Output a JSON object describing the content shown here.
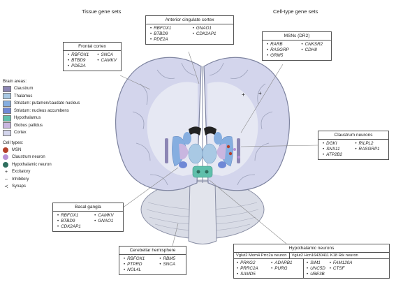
{
  "headers": {
    "tissue": "Tissue gene sets",
    "celltype": "Cell-type gene sets"
  },
  "legend": {
    "brain_areas_title": "Brain areas:",
    "brain_areas": [
      {
        "label": "Claustrum",
        "color": "#8c86b4"
      },
      {
        "label": "Thalamus",
        "color": "#a9c9e4"
      },
      {
        "label": "Striatum: putamen/caudate nucleus",
        "color": "#86aee0"
      },
      {
        "label": "Striatum: nucleus accumbens",
        "color": "#6f88d6"
      },
      {
        "label": "Hypothalamus",
        "color": "#5fbfab"
      },
      {
        "label": "Globus pallidus",
        "color": "#c9b6e0"
      },
      {
        "label": "Cortex",
        "color": "#d3d5ec"
      }
    ],
    "cell_types_title": "Cell types:",
    "cell_types": [
      {
        "label": "MSN",
        "color": "#b5402a"
      },
      {
        "label": "Claustrum neuron",
        "color": "#b892d6"
      },
      {
        "label": "Hypothalamic neuron",
        "color": "#2f6f5f"
      }
    ],
    "symbols": [
      {
        "label": "Excitatory",
        "glyph": "+"
      },
      {
        "label": "Inhibitory",
        "glyph": "–"
      },
      {
        "label": "Synaps",
        "glyph": "≺"
      }
    ]
  },
  "boxes": {
    "anterior_cingulate": {
      "title": "Anterior cingulate cortex",
      "genes": [
        "RBFOX1",
        "GNAO1",
        "BTBD9",
        "CDK2AP1",
        "PDE2A"
      ]
    },
    "frontal": {
      "title": "Frontal cortex",
      "genes": [
        "RBFOX1",
        "SNCA",
        "BTBD9",
        "CAMKV",
        "PDE2A"
      ]
    },
    "msns": {
      "title": "MSNs (DR2)",
      "genes": [
        "RARB",
        "CNKSR2",
        "RASGRP",
        "CDH8",
        "GRM5"
      ]
    },
    "claustrum": {
      "title": "Claustrum neurons",
      "genes": [
        "DGKI",
        "RILPL2",
        "SNX11",
        "RASGRP1",
        "ATP2B2"
      ]
    },
    "basal_ganglia": {
      "title": "Basal gangla",
      "genes": [
        "RBFOX1",
        "CAMKV",
        "BTBD9",
        "GNAO1",
        "CDK2AP1"
      ]
    },
    "cerebellar": {
      "title": "Cerebellar hemisphere",
      "genes": [
        "RBFOX1",
        "RBM5",
        "PTPRD",
        "SNCA",
        "NOL4L"
      ]
    },
    "hypothalamic": {
      "title": "Hypothalamic neurons",
      "left_sub": "Vglut2 Mom4 Prrc2a neuron",
      "right_sub": "Vglut2 Hcn16430411 K18 Rik neuron",
      "left_genes": [
        "PRKG2",
        "ADARB1",
        "PRRC2A",
        "PURG",
        "SAMD5"
      ],
      "right_genes": [
        "SIM1",
        "FAM120A",
        "UNC5D",
        "CTSF",
        "UBE3B"
      ]
    }
  },
  "diagram": {
    "marks": {
      "plus": "+"
    }
  }
}
